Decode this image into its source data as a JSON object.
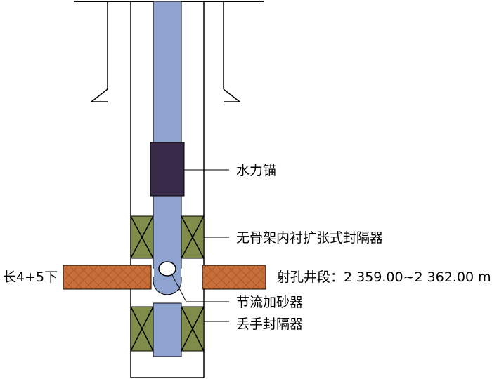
{
  "labels": {
    "hydraulic_anchor": "水力锚",
    "packer_main": "无骨架内衬扩张式封隔器",
    "layer": "长4+5下",
    "perforation": "射孔井段：2 359.00~2 362.00 m",
    "sand_blaster": "节流加砂器",
    "packer_release": "丢手封隔器"
  },
  "colors": {
    "tubing": "#8ea3cf",
    "anchor": "#3a2a4a",
    "packer": "#7f8c4a",
    "formation": "#c8703a",
    "line": "#000000"
  }
}
